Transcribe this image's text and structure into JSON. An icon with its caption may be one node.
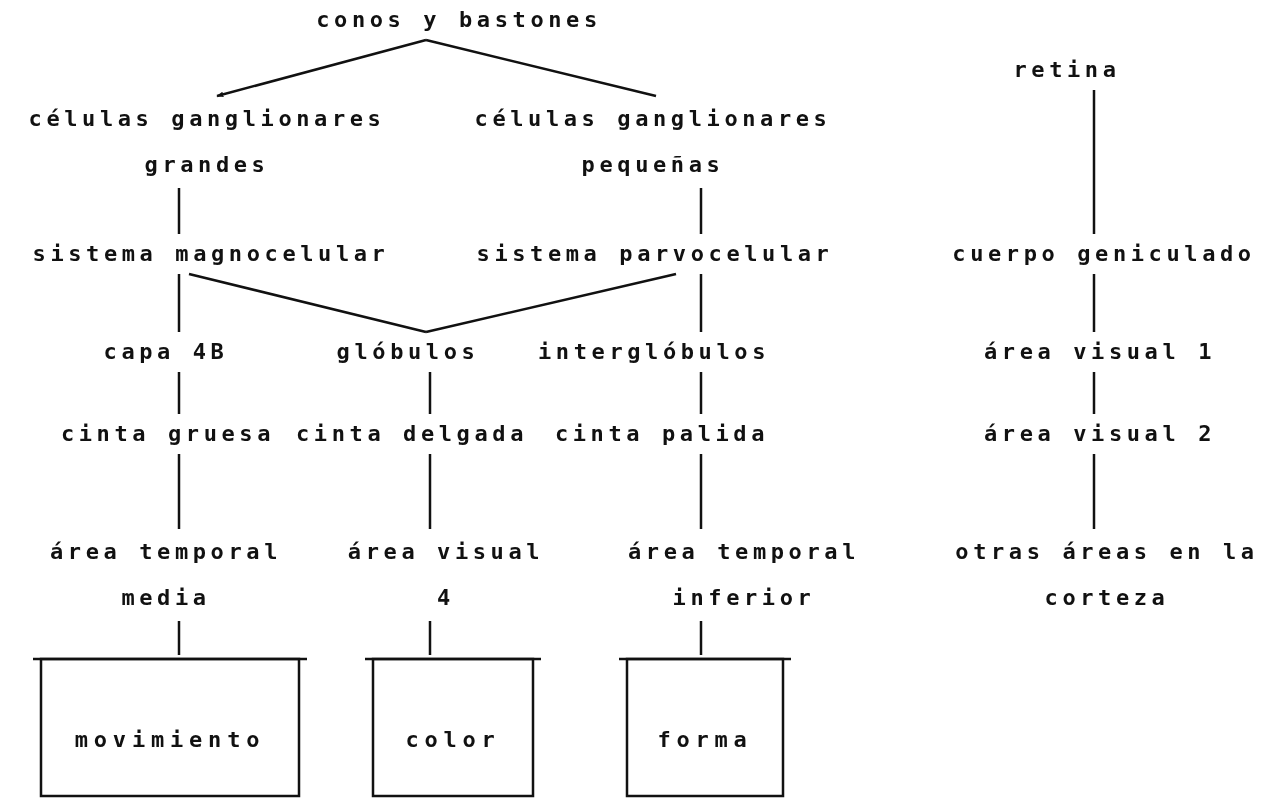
{
  "diagram": {
    "nodes": [
      {
        "text": [
          "conos y bastones"
        ]
      },
      {
        "text": [
          "células ganglionares grandes"
        ]
      },
      {
        "text": [
          "células ganglionares pequeñas"
        ]
      },
      {
        "text": [
          "sistema magnocelular"
        ]
      },
      {
        "text": [
          "sistema parvocelular"
        ]
      },
      {
        "text": [
          "capa 4B"
        ]
      },
      {
        "text": [
          "glóbulos"
        ]
      },
      {
        "text": [
          "interglóbulos"
        ]
      },
      {
        "text": [
          "cinta gruesa"
        ]
      },
      {
        "text": [
          "cinta delgada"
        ]
      },
      {
        "text": [
          "cinta palida"
        ]
      },
      {
        "text": [
          "área temporal media"
        ]
      },
      {
        "text": [
          "área visual 4"
        ]
      },
      {
        "text": [
          "área temporal inferior"
        ]
      },
      {
        "text": [
          "movimiento"
        ]
      },
      {
        "text": [
          "color"
        ]
      },
      {
        "text": [
          "forma"
        ]
      },
      {
        "text": [
          "retina"
        ]
      },
      {
        "text": [
          "cuerpo geniculado"
        ]
      },
      {
        "text": [
          "área visual 1"
        ]
      },
      {
        "text": [
          "área visual 2"
        ]
      },
      {
        "text": [
          "otras áreas en la corteza"
        ]
      }
    ],
    "edges": [
      {
        "from": 0,
        "to": 1,
        "arrow": "to"
      },
      {
        "from": 0,
        "to": 2,
        "arrow": "none"
      },
      {
        "from": 1,
        "to": 3,
        "arrow": "none"
      },
      {
        "from": 2,
        "to": 4,
        "arrow": "none"
      },
      {
        "from": 17,
        "to": 18,
        "arrow": "none"
      },
      {
        "from": 3,
        "to": 6,
        "arrow": "none"
      },
      {
        "from": 4,
        "to": 6,
        "arrow": "none"
      },
      {
        "from": 3,
        "to": 5,
        "arrow": "none"
      },
      {
        "from": 4,
        "to": 7,
        "arrow": "none"
      },
      {
        "from": 18,
        "to": 19,
        "arrow": "none"
      },
      {
        "from": 5,
        "to": 8,
        "arrow": "none"
      },
      {
        "from": 6,
        "to": 9,
        "arrow": "none"
      },
      {
        "from": 7,
        "to": 10,
        "arrow": "none"
      },
      {
        "from": 19,
        "to": 20,
        "arrow": "none"
      },
      {
        "from": 8,
        "to": 11,
        "arrow": "none"
      },
      {
        "from": 9,
        "to": 12,
        "arrow": "none"
      },
      {
        "from": 10,
        "to": 13,
        "arrow": "none"
      },
      {
        "from": 20,
        "to": 21,
        "arrow": "none"
      },
      {
        "from": 11,
        "to": 14,
        "arrow": "none"
      },
      {
        "from": 12,
        "to": 15,
        "arrow": "none"
      },
      {
        "from": 13,
        "to": 16,
        "arrow": "none"
      }
    ]
  }
}
